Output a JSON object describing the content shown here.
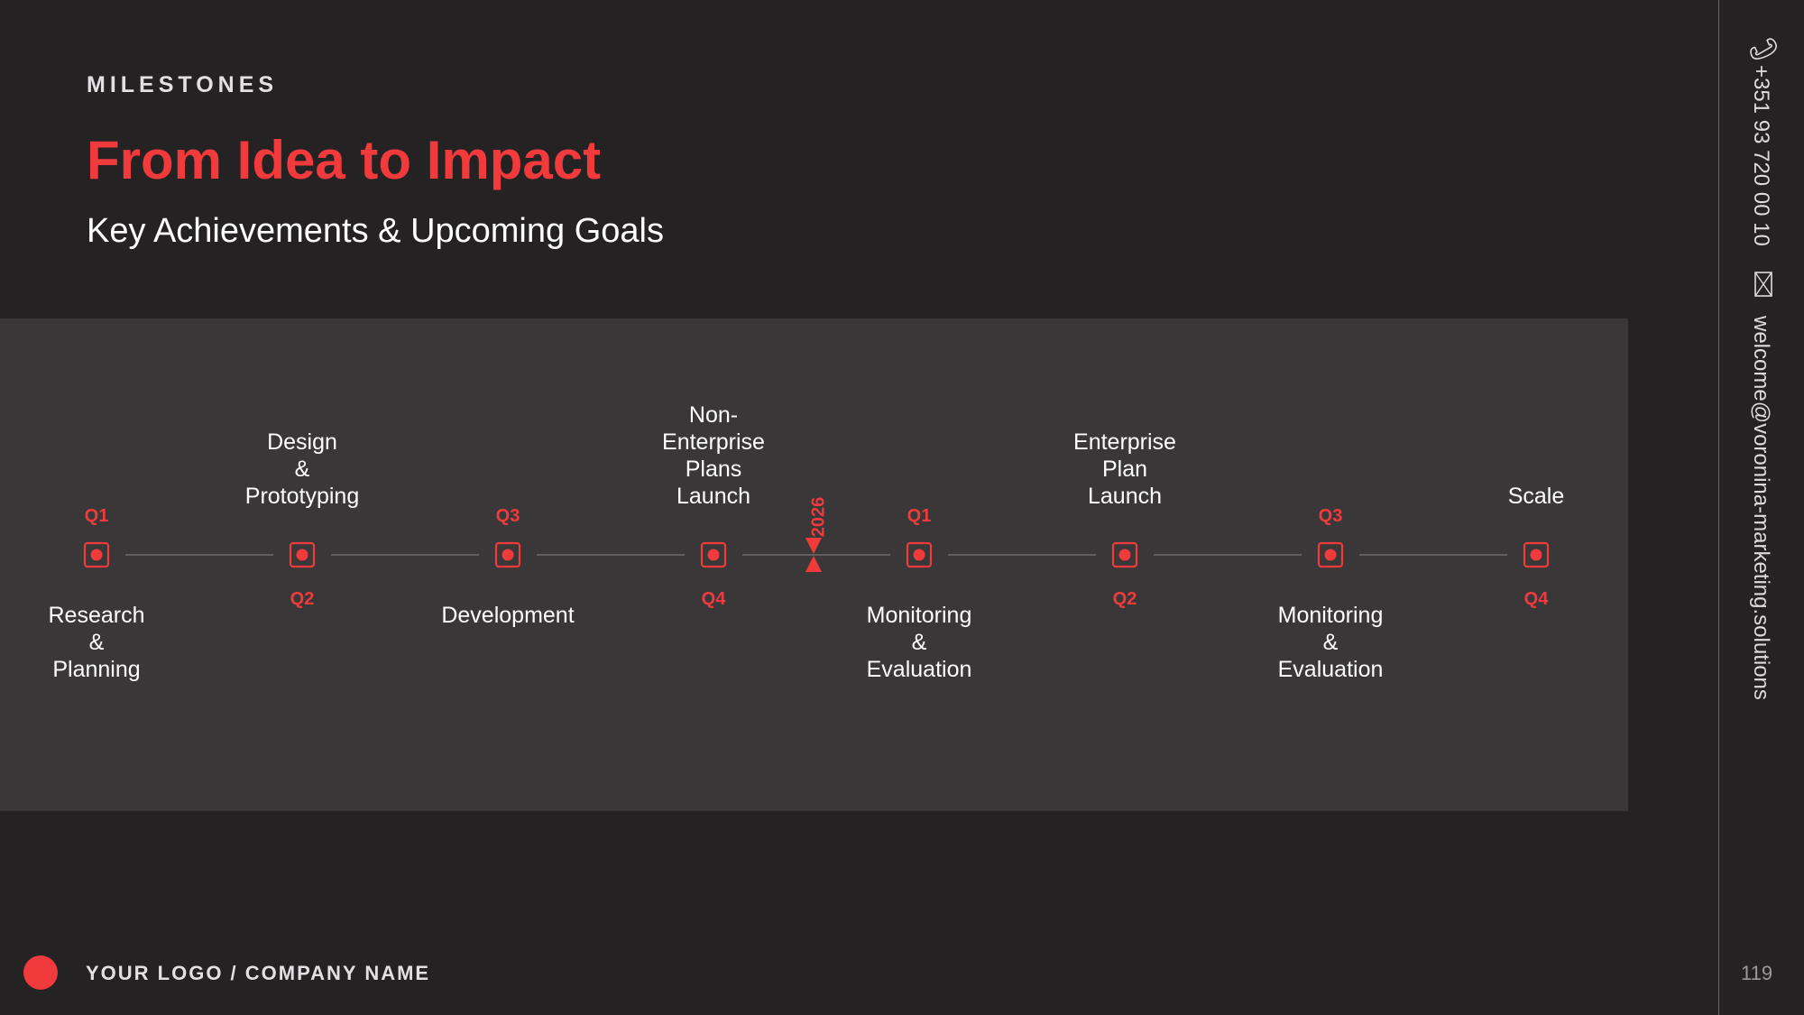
{
  "header": {
    "eyebrow": "MILESTONES",
    "title": "From Idea to Impact",
    "subtitle": "Key Achievements & Upcoming Goals"
  },
  "timeline": {
    "year_marker": "2026",
    "milestones": [
      {
        "quarter": "Q1",
        "label": "Research\n&\nPlanning"
      },
      {
        "quarter": "Q2",
        "label": "Design\n&\nPrototyping"
      },
      {
        "quarter": "Q3",
        "label": "Development"
      },
      {
        "quarter": "Q4",
        "label": "Non-\nEnterprise\nPlans\nLaunch"
      },
      {
        "quarter": "Q1",
        "label": "Monitoring\n&\nEvaluation"
      },
      {
        "quarter": "Q2",
        "label": "Enterprise\nPlan\nLaunch"
      },
      {
        "quarter": "Q3",
        "label": "Monitoring\n&\nEvaluation"
      },
      {
        "quarter": "Q4",
        "label": "Scale"
      }
    ]
  },
  "sidebar": {
    "phone": "+351 93 720 00 10",
    "email": "welcome@voronina-marketing.solutions",
    "phone_icon": "phone-icon",
    "email_icon": "envelope-icon"
  },
  "footer": {
    "company": "YOUR LOGO / COMPANY NAME",
    "page_number": "119"
  },
  "colors": {
    "accent": "#f03a3c",
    "background": "#252224",
    "panel": "#3a3739"
  }
}
